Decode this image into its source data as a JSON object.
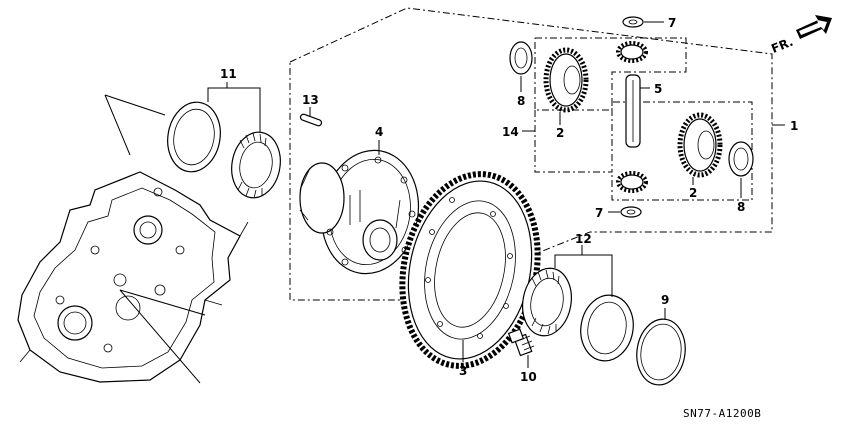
{
  "diagram_code": "SN77-A1200B",
  "direction_label": "FR.",
  "callouts": {
    "c1": "1",
    "c2a": "2",
    "c2b": "2",
    "c3": "3",
    "c4": "4",
    "c5": "5",
    "c7a": "7",
    "c7b": "7",
    "c8a": "8",
    "c8b": "8",
    "c9": "9",
    "c10": "10",
    "c11": "11",
    "c12": "12",
    "c13": "13",
    "c14": "14"
  }
}
